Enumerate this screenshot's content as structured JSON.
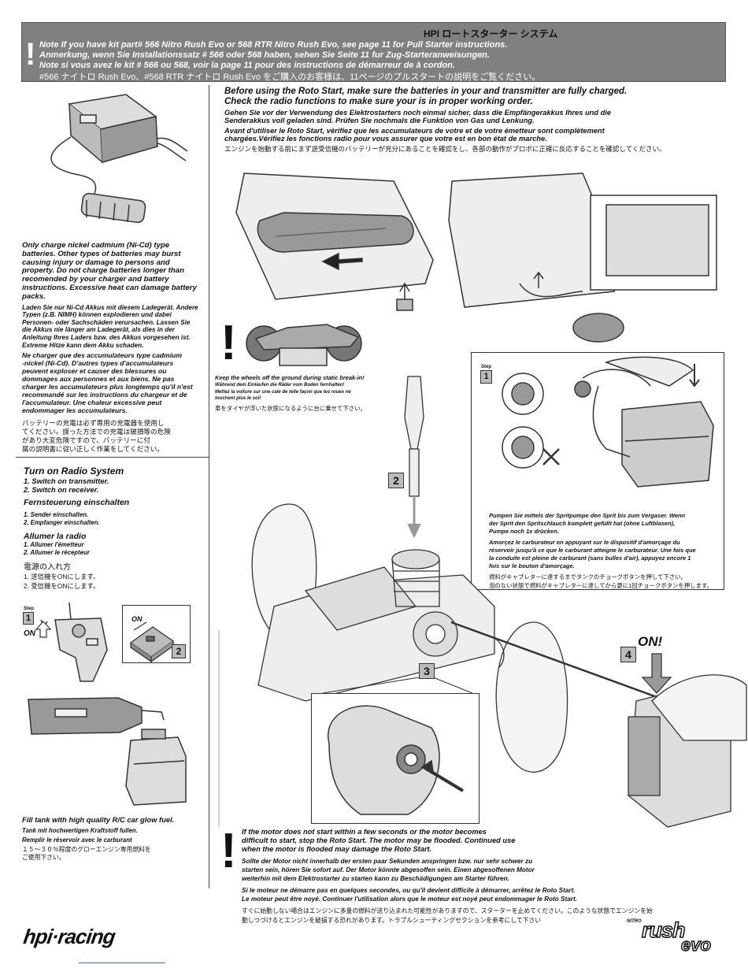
{
  "header": {
    "jp_title": "HPI ロートスターター システム",
    "warning_symbol": "!",
    "note_en": "Note If you have kit part# 566 Nitro Rush Evo or 568 RTR Nitro Rush Evo, see page 11 for Pull Starter instructions.",
    "note_de": "Anmerkung, wenn Sie Installationssatz # 566 oder 568 haben, sehen Sie Seite 11 fur Zug-Starteranweisungen.",
    "note_fr": "Note si vous avez le kit # 566 ou 568, voir la page 11 pour des instructions de démarreur de à cordon.",
    "note_jp": "#566 ナイトロ Rush Evo、#568 RTR ナイトロ Rush Evo をご購入のお客様は、11ページのプルスタートの説明をご覧ください。"
  },
  "intro": {
    "en_1": "Before using the Roto Start, make sure the batteries in your           and transmitter are fully charged.",
    "en_2": "Check the radio functions to make sure your           is in proper working order.",
    "de_1": "Gehen Sie vor der Verwendung des Elektrostarters noch einmal sicher, dass die Empfängerakkus Ihres           und die",
    "de_2": "Senderakkus voll geladen sind. Prüfen Sie nochmals die Funktion von Gas und Lenkung.",
    "fr_1": "Avant d'utiliser le Roto Start, vérifiez que les accumulateurs de votre           et de votre émetteur sont complètement",
    "fr_2": "chargées.Vérifiez les fonctions radio pour vous assurer que votre           est en bon état de marche.",
    "jp": "エンジンを始動する前にまず送受信機のバッテリーが充分にあることを確認をし、各部の動作がプロポに正確に反応することを確認してください。"
  },
  "charge": {
    "en": [
      "Only charge nickel cadmium (Ni-Cd) type",
      "batteries. Other types of batteries may burst",
      "causing injury or damage to persons and",
      "property. Do not charge batteries longer than",
      "recomended by your charger and battery",
      "instructions. Excessive heat can damage battery",
      "packs."
    ],
    "de": [
      "Laden Sie nur Ni-Cd Akkus mit diesem Ladegerät. Andere",
      "Typen (z.B. NIMH) können explodieren und dabei",
      "Personen- oder Sachschäden verursachen. Lassen Sie",
      "die Akkus nie länger am Ladegerät, als dies in der",
      "Anleitung Ihres Laders bzw. des Akkus vorgesehen ist.",
      "Extreme Hitze kann dem Akku schaden."
    ],
    "fr": [
      "Ne charger que des accumulateurs type cadmium",
      "-nickel (Ni-Cd). D'autres types d'accumulateurs",
      "peuvent exploser et causer des blessures ou",
      "dommages aux personnes  et aux biens. Ne pas",
      "charger les accumulateurs plus longtemps qu'il n'est",
      "recommandé sur les instructions du chargeur et de",
      "l'accumulateur. Une chaleur excessive peut",
      "endommager les accumulateurs."
    ],
    "jp": [
      "バッテリーの充電は必ず専用の充電器を使用し",
      "てください。誤った方法での充電は破損等の危険",
      "があり大変危険ですので、バッテリーに付",
      "属の説明書に従い正しく作業をしてください。"
    ]
  },
  "radio": {
    "title_en": "Turn on Radio System",
    "steps_en": [
      "1. Switch on transmitter.",
      "2. Switch on receiver."
    ],
    "title_de": "Fernsteuerung einschalten",
    "steps_de": [
      "1. Sender einschalten.",
      "2. Empfanger einschalten."
    ],
    "title_fr": "Allumer la radio",
    "steps_fr": [
      "1. Allumer l'émetteur",
      "2. Allumer le récepteur"
    ],
    "title_jp": "電源の入れ方",
    "steps_jp": [
      "1. 送信機をONにします。",
      "2. 受信機をONにします。"
    ],
    "step_label": "Step",
    "step1": "1",
    "step2": "2",
    "on_label": "ON",
    "on_label2": "ON"
  },
  "fuel": {
    "en": "Fill tank with high quality R/C car glow fuel.",
    "de": "Tank mit hochwertigen Kraftstoff fullen.",
    "fr": "Remplir le réservoir avec le carburant",
    "jp": [
      "１５～３０％程度のグローエンジン専用燃料を",
      "ご使用下さい。"
    ]
  },
  "wheels": {
    "symbol": "!",
    "en": "Keep the wheels off the ground during static break-in!",
    "de": "Während dem Einlaufen die Räder vom Boden fernhalten!",
    "fr": [
      "Mettez la voiture sur une cale de telle façon que les roues ne",
      "touchent plus le sol!"
    ],
    "jp": "車をタイヤが浮いた状態になるように台に乗せて下さい。"
  },
  "prime": {
    "step_label": "Step",
    "step": "1",
    "de": [
      "Pumpen Sie mittels der Spritpumpe den Sprit bis zum Vergaser. Wenn",
      "der Sprit den Spritschlauch komplett gefüllt hat (ohne Luftblasen),",
      "Pumpe noch 1x drücken."
    ],
    "fr": [
      "Amorçez le carburateur en appuyant sur le dispositif d'amorçage du",
      "réservoir jusqu'à ce que le carburant atteigne le carburateur. Une fois que",
      "la conduite est pleine de carburant (sans bulles d'air), appuyez encore 1",
      "fois sur le bouton d'amorçage."
    ],
    "jp": [
      "燃料がキャブレターに達するまでタンクのチョークボタンを押して下さい。",
      "泡のない状態で燃料がキャブレターに達してから更に1回チョークボタンを押します。"
    ]
  },
  "steps": {
    "s2": "2",
    "s3": "3",
    "s4": "4",
    "on": "ON!"
  },
  "motor": {
    "symbol": "!",
    "en": [
      "If the motor does not start within a few seconds or the motor becomes",
      "difficult to start, stop the Roto Start. The motor may be flooded. Continued use",
      "when the motor is flooded may damage the Roto Start."
    ],
    "de": [
      "Sollte der Motor nicht innerhalb der ersten paar Sekunden anspringen bzw. nur sehr schwer zu",
      "starten sein, hören Sie sofort auf. Der Motor könnte abgesoffen sein. Einen abgesoffenen Motor",
      "weiterhin mit dem Elektrostarter zu starten kann zu Beschädigungen am Starter führen."
    ],
    "fr": [
      "Si le moteur ne démarre pas en quelques secondes, ou qu'il devient difficile à démarrer, arrêtez le Roto Start.",
      "Le moteur peut être noyé. Continuer l'utilisation alors que le moteur est noyé peut endommager le Roto Start."
    ],
    "jp": [
      "すぐに始動しない場合はエンジンに多量の燃料が送り込まれた可能性がありますので、スターターを止めてください。このような状態でエンジンを始",
      "動しつづけるとエンジンを破損する恐れがあります。トラブルシューティングセクションを参考にして下さい"
    ]
  },
  "footer": {
    "brand": "hpi·racing",
    "logo_small": "NITRO",
    "logo_big": "rush",
    "logo_evo": "evo"
  },
  "colors": {
    "header_bg": "#808080",
    "text": "#111111",
    "step_bg": "#bbbbbb"
  }
}
